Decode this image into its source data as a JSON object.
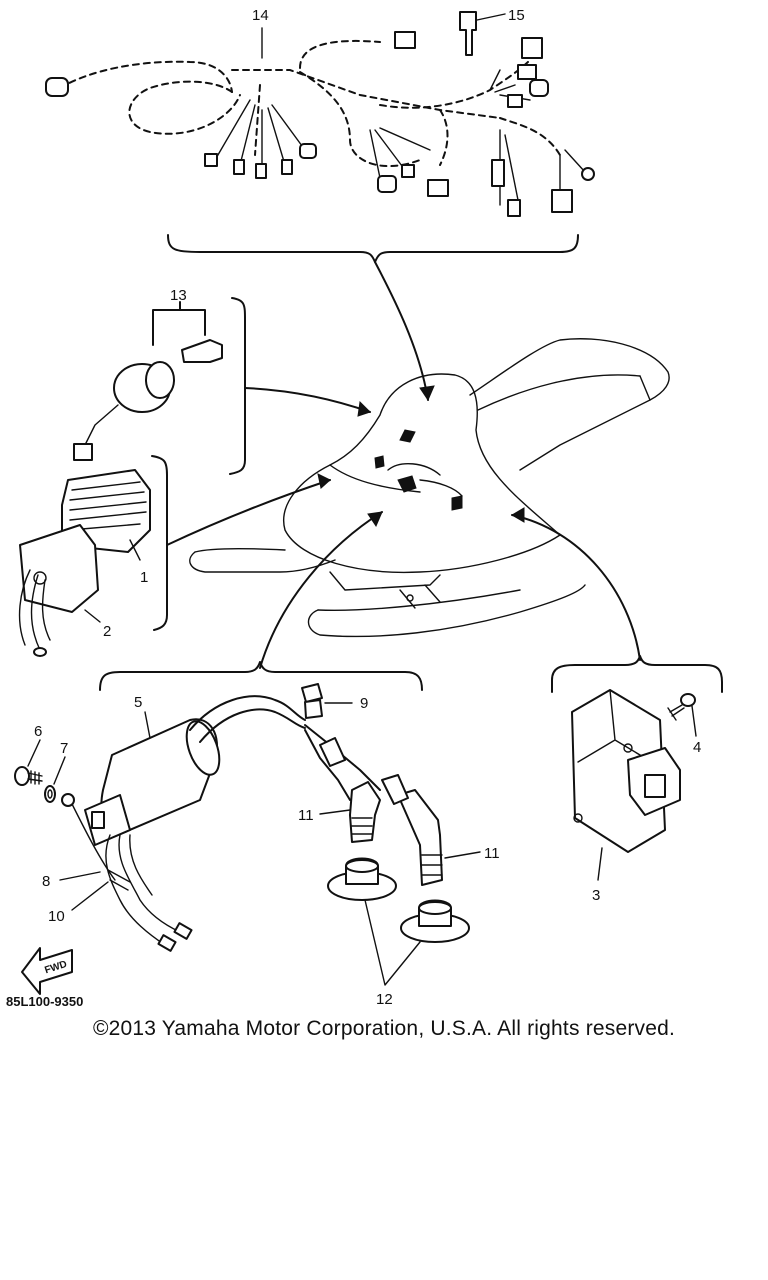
{
  "diagram": {
    "part_labels": {
      "p1": "1",
      "p2": "2",
      "p3": "3",
      "p4": "4",
      "p5": "5",
      "p6": "6",
      "p7": "7",
      "p8": "8",
      "p9": "9",
      "p10": "10",
      "p11a": "11",
      "p11b": "11",
      "p12": "12",
      "p13": "13",
      "p14": "14",
      "p15": "15"
    },
    "diagram_code": "85L100-9350",
    "fwd_label": "FWD"
  },
  "footer": {
    "copyright": "©2013 Yamaha Motor Corporation, U.S.A. All rights reserved."
  }
}
